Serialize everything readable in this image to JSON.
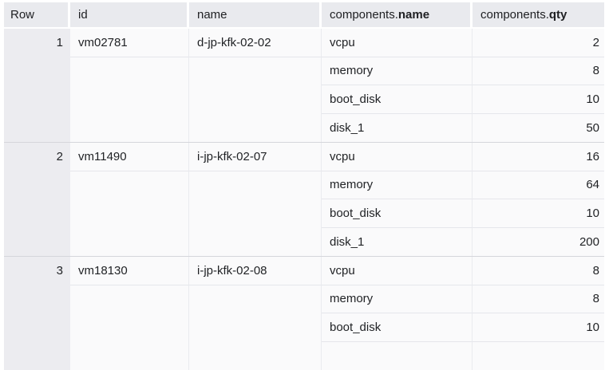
{
  "table": {
    "headers": {
      "row": "Row",
      "id": "id",
      "name": "name",
      "components_prefix": "components.",
      "components_name_bold": "name",
      "components_qty_bold": "qty"
    },
    "rows": [
      {
        "row": "1",
        "id": "vm02781",
        "name": "d-jp-kfk-02-02",
        "components": [
          {
            "name": "vcpu",
            "qty": "2"
          },
          {
            "name": "memory",
            "qty": "8"
          },
          {
            "name": "boot_disk",
            "qty": "10"
          },
          {
            "name": "disk_1",
            "qty": "50"
          }
        ]
      },
      {
        "row": "2",
        "id": "vm11490",
        "name": "i-jp-kfk-02-07",
        "components": [
          {
            "name": "vcpu",
            "qty": "16"
          },
          {
            "name": "memory",
            "qty": "64"
          },
          {
            "name": "boot_disk",
            "qty": "10"
          },
          {
            "name": "disk_1",
            "qty": "200"
          }
        ]
      },
      {
        "row": "3",
        "id": "vm18130",
        "name": "i-jp-kfk-02-08",
        "components": [
          {
            "name": "vcpu",
            "qty": "8"
          },
          {
            "name": "memory",
            "qty": "8"
          },
          {
            "name": "boot_disk",
            "qty": "10"
          }
        ]
      }
    ],
    "colors": {
      "header_bg": "#e9eaee",
      "row_column_bg": "#ececf0",
      "cell_bg": "#fafafb",
      "group_border": "#d5d6db",
      "subrow_border": "#e5e6eb",
      "text": "#1f2124"
    }
  }
}
